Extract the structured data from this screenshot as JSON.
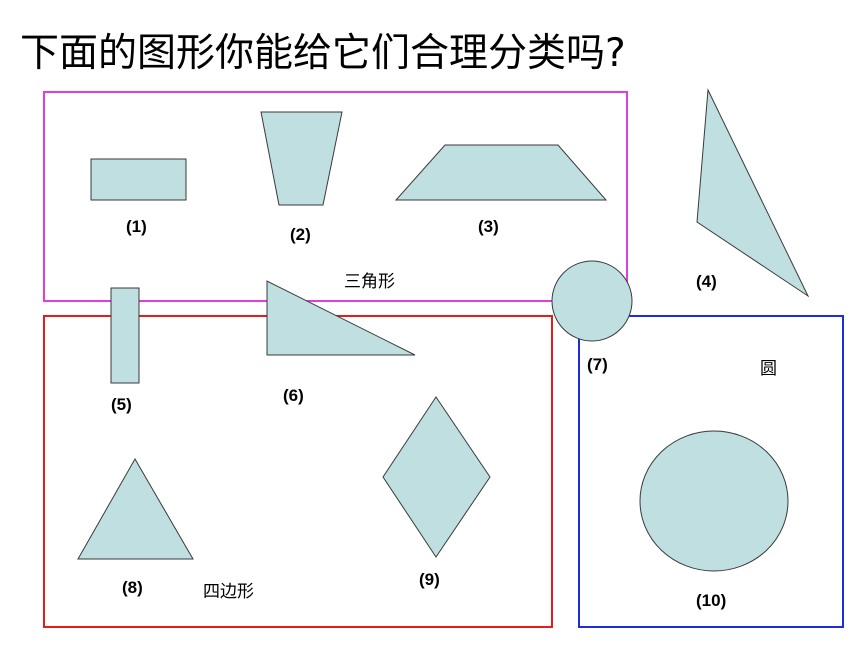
{
  "title": "下面的图形你能给它们合理分类吗?",
  "groups": {
    "triangle": {
      "label": "三角形",
      "border_color": "#e23ce2"
    },
    "quadrilateral": {
      "label": "四边形",
      "border_color": "#e51c1c"
    },
    "circle": {
      "label": "圆",
      "border_color": "#1c2ce0"
    }
  },
  "shape_labels": {
    "s1": "(1)",
    "s2": "(2)",
    "s3": "(3)",
    "s4": "(4)",
    "s5": "(5)",
    "s6": "(6)",
    "s7": "(7)",
    "s8": "(8)",
    "s9": "(9)",
    "s10": "(10)"
  },
  "colors": {
    "shape_fill": "#bfdfe0",
    "shape_stroke": "#3a3a3a"
  }
}
